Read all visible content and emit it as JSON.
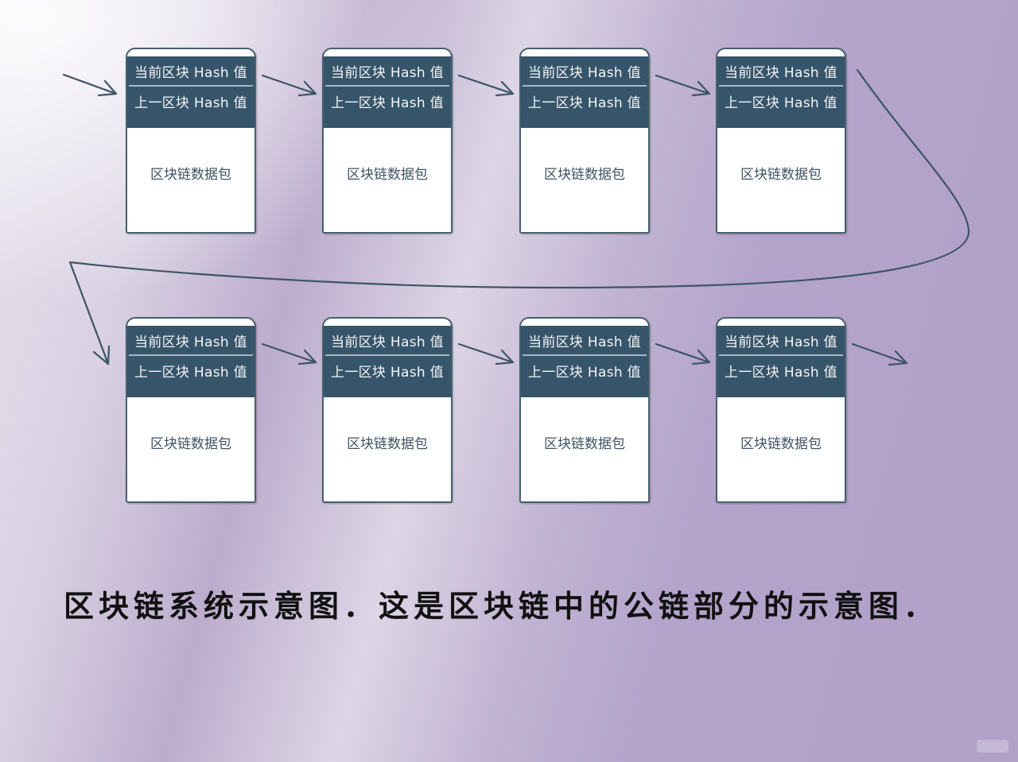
{
  "blocks": [
    {
      "current_hash": "当前区块 Hash 值",
      "previous_hash": "上一区块 Hash 值",
      "payload": "区块链数据包"
    },
    {
      "current_hash": "当前区块 Hash 值",
      "previous_hash": "上一区块 Hash 值",
      "payload": "区块链数据包"
    },
    {
      "current_hash": "当前区块 Hash 值",
      "previous_hash": "上一区块 Hash 值",
      "payload": "区块链数据包"
    },
    {
      "current_hash": "当前区块 Hash 值",
      "previous_hash": "上一区块 Hash 值",
      "payload": "区块链数据包"
    },
    {
      "current_hash": "当前区块 Hash 值",
      "previous_hash": "上一区块 Hash 值",
      "payload": "区块链数据包"
    },
    {
      "current_hash": "当前区块 Hash 值",
      "previous_hash": "上一区块 Hash 值",
      "payload": "区块链数据包"
    },
    {
      "current_hash": "当前区块 Hash 值",
      "previous_hash": "上一区块 Hash 值",
      "payload": "区块链数据包"
    },
    {
      "current_hash": "当前区块 Hash 值",
      "previous_hash": "上一区块 Hash 值",
      "payload": "区块链数据包"
    }
  ],
  "caption": "区块链系统示意图．这是区块链中的公链部分的示意图．",
  "colors": {
    "header": "#37556a",
    "border": "#47606f",
    "arrow": "#3c5466",
    "body_text": "#3f5262"
  }
}
